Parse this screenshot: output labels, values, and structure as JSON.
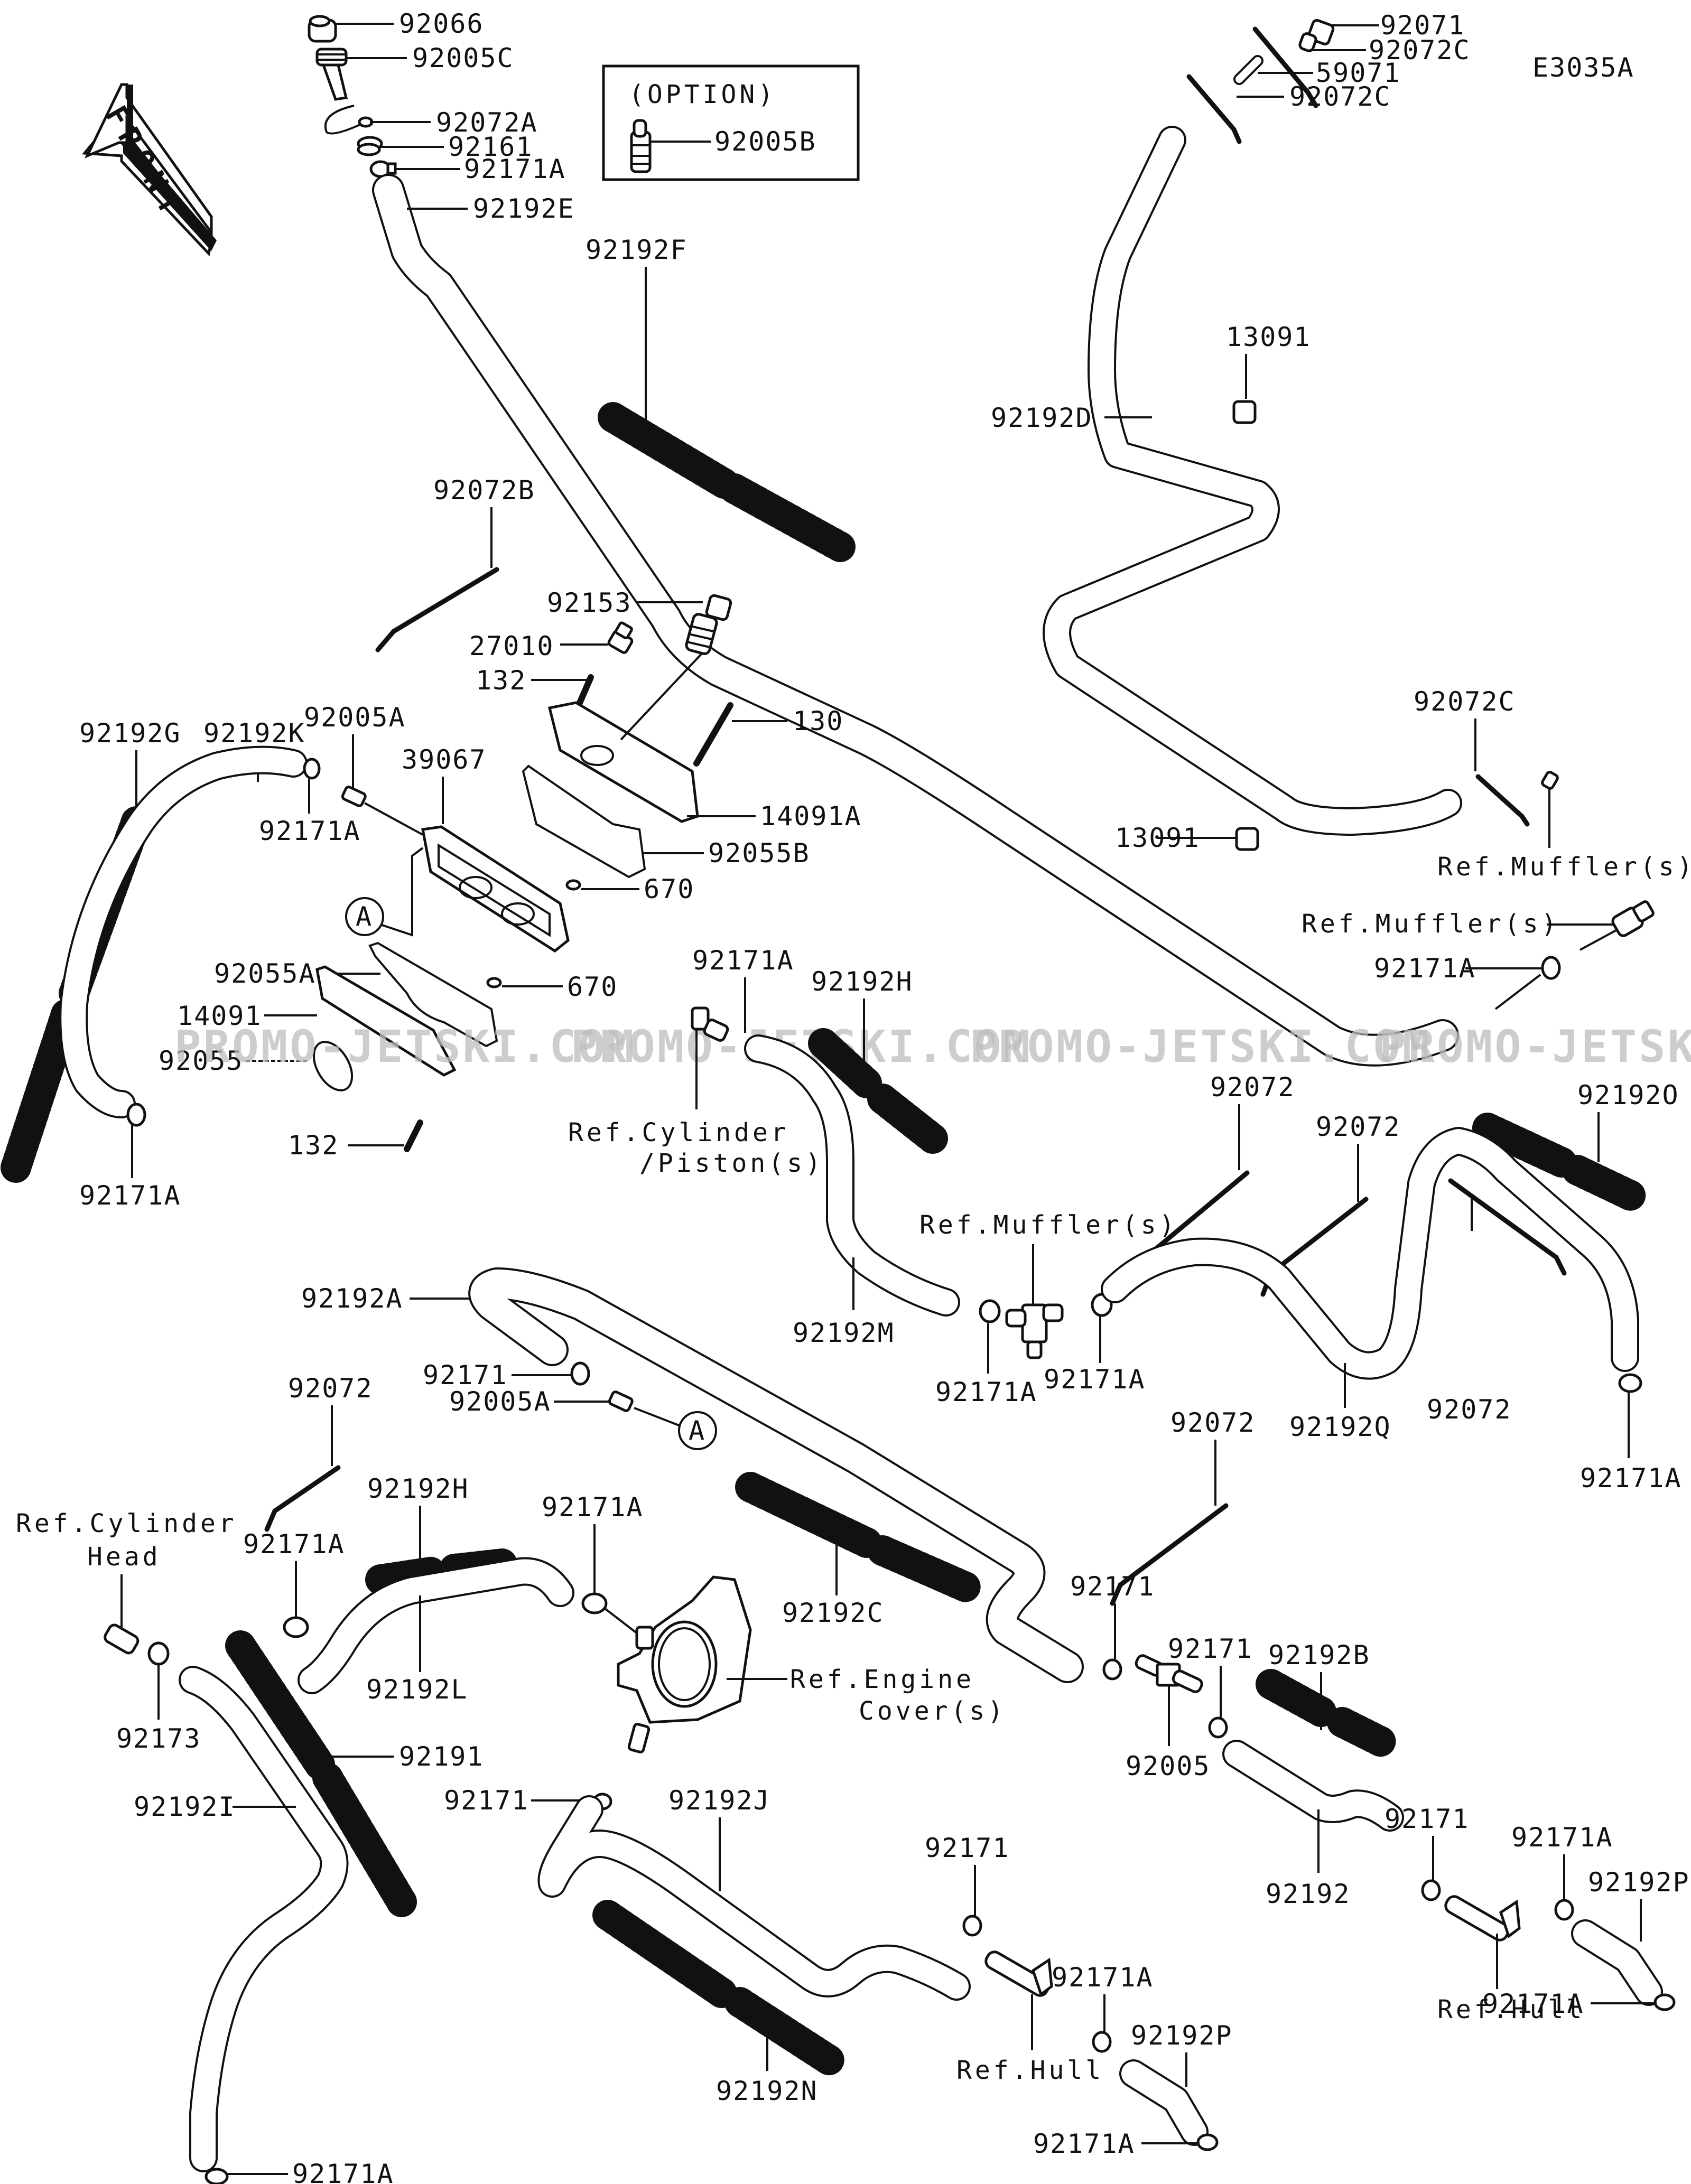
{
  "diagram": {
    "code": "E3035A",
    "front_arrow": "FRONT",
    "option_box_title": "(OPTION)",
    "watermark": "PROMO-JETSKI.COM",
    "section_marker": "A"
  },
  "labels": {
    "p92066": "92066",
    "p92005C": "92005C",
    "p92005B": "92005B",
    "p92072A": "92072A",
    "p92161": "92161",
    "p92171A_top": "92171A",
    "p92192E": "92192E",
    "p92192F": "92192F",
    "p92071": "92071",
    "p92072C_1": "92072C",
    "p59071": "59071",
    "p92072C_2": "92072C",
    "p13091_top": "13091",
    "p92192D": "92192D",
    "p92072B": "92072B",
    "p92153": "92153",
    "p27010": "27010",
    "p132_top": "132",
    "p130": "130",
    "p92192G": "92192G",
    "p92192K": "92192K",
    "p92005A_top": "92005A",
    "p39067": "39067",
    "p14091A": "14091A",
    "p92055B": "92055B",
    "p670_top": "670",
    "p670_bot": "670",
    "p92171A_left": "92171A",
    "p92055A": "92055A",
    "p14091": "14091",
    "p92055": "92055",
    "p92171A_left2": "92171A",
    "p132_bot": "132",
    "p92072C_3": "92072C",
    "p13091_mid": "13091",
    "ref_muffler_1": "Ref.Muffler(s)",
    "ref_muffler_2": "Ref.Muffler(s)",
    "p92171A_muff": "92171A",
    "p92171A_cyl": "92171A",
    "p92192H_top": "92192H",
    "ref_cylinder_piston_1": "Ref.Cylinder",
    "ref_cylinder_piston_2": "/Piston(s)",
    "p92072_a": "92072",
    "p92072_b": "92072",
    "p92192O": "92192O",
    "ref_muffler_3": "Ref.Muffler(s)",
    "p92192M": "92192M",
    "p92171A_t1": "92171A",
    "p92171A_t2": "92171A",
    "p92192Q": "92192Q",
    "p92072_c": "92072",
    "p92072_d": "92072",
    "p92171A_r": "92171A",
    "p92192A": "92192A",
    "p92171_a": "92171",
    "p92005A_mid": "92005A",
    "p92072_e": "92072",
    "ref_cylhead_1": "Ref.Cylinder",
    "ref_cylhead_2": "Head",
    "p92192H_bot": "92192H",
    "p92171A_eng": "92171A",
    "p92171A_l3": "92171A",
    "p92192C": "92192C",
    "p92192L": "92192L",
    "ref_engine_1": "Ref.Engine",
    "ref_engine_2": "Cover(s)",
    "p92173": "92173",
    "p92191": "92191",
    "p92192I": "92192I",
    "p92171_b": "92171",
    "p92192J": "92192J",
    "p92171A_bl": "92171A",
    "p92192N": "92192N",
    "p92171_c": "92171",
    "p92171_d": "92171",
    "p92192B": "92192B",
    "p92005": "92005",
    "p92171_e": "92171",
    "p92192": "92192",
    "p92171_f": "92171",
    "p92171A_h1": "92171A",
    "ref_hull_1": "Ref.Hull",
    "p92192P_1": "92192P",
    "p92171A_h2": "92171A",
    "p92171A_h3": "92171A",
    "p92192P_2": "92192P",
    "ref_hull_2": "Ref.Hull",
    "p92171A_h4": "92171A"
  }
}
